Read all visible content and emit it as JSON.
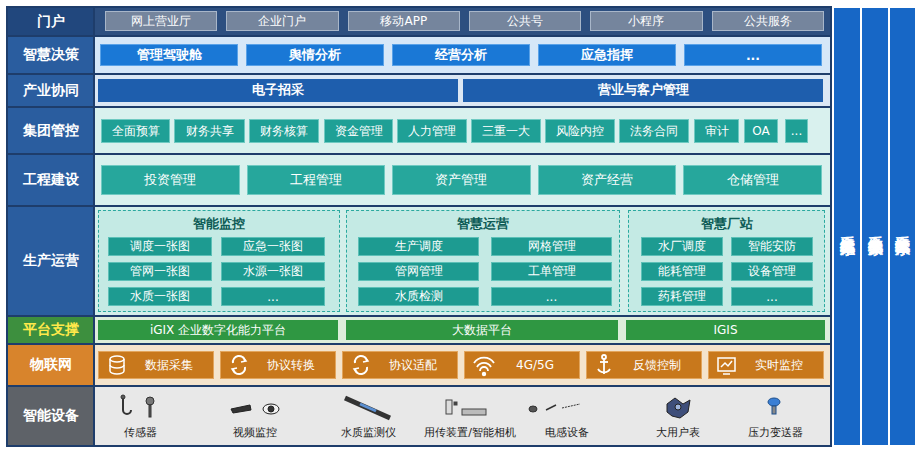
{
  "diagram": {
    "nodes": [
      {
        "text": [
          "门户"
        ]
      },
      {
        "text": [
          "网上营业厅"
        ],
        "in": 0
      },
      {
        "text": [
          "企业门户"
        ],
        "in": 0
      },
      {
        "text": [
          "移动APP"
        ],
        "in": 0
      },
      {
        "text": [
          "公共号"
        ],
        "in": 0
      },
      {
        "text": [
          "小程序"
        ],
        "in": 0
      },
      {
        "text": [
          "公共服务"
        ],
        "in": 0
      },
      {
        "text": [
          "智慧决策"
        ]
      },
      {
        "text": [
          "管理驾驶舱"
        ],
        "in": 7
      },
      {
        "text": [
          "舆情分析"
        ],
        "in": 7
      },
      {
        "text": [
          "经营分析"
        ],
        "in": 7
      },
      {
        "text": [
          "应急指挥"
        ],
        "in": 7
      },
      {
        "text": [
          "..."
        ],
        "in": 7
      },
      {
        "text": [
          "产业协同"
        ]
      },
      {
        "text": [
          "电子招采"
        ],
        "in": 13
      },
      {
        "text": [
          "营业与客户管理"
        ],
        "in": 13
      },
      {
        "text": [
          "集团管控"
        ]
      },
      {
        "text": [
          "全面预算"
        ],
        "in": 16
      },
      {
        "text": [
          "财务共享"
        ],
        "in": 16
      },
      {
        "text": [
          "财务核算"
        ],
        "in": 16
      },
      {
        "text": [
          "资金管理"
        ],
        "in": 16
      },
      {
        "text": [
          "人力管理"
        ],
        "in": 16
      },
      {
        "text": [
          "三重一大"
        ],
        "in": 16
      },
      {
        "text": [
          "风险内控"
        ],
        "in": 16
      },
      {
        "text": [
          "法务合同"
        ],
        "in": 16
      },
      {
        "text": [
          "审计"
        ],
        "in": 16
      },
      {
        "text": [
          "OA"
        ],
        "in": 16
      },
      {
        "text": [
          "..."
        ],
        "in": 16
      },
      {
        "text": [
          "工程建设"
        ]
      },
      {
        "text": [
          "投资管理"
        ],
        "in": 28
      },
      {
        "text": [
          "工程管理"
        ],
        "in": 28
      },
      {
        "text": [
          "资产管理"
        ],
        "in": 28
      },
      {
        "text": [
          "资产经营"
        ],
        "in": 28
      },
      {
        "text": [
          "仓储管理"
        ],
        "in": 28
      },
      {
        "text": [
          "生产运营"
        ]
      },
      {
        "text": [
          "智能监控"
        ],
        "in": 34
      },
      {
        "text": [
          "调度一张图"
        ],
        "in": 35
      },
      {
        "text": [
          "应急一张图"
        ],
        "in": 35
      },
      {
        "text": [
          "管网一张图"
        ],
        "in": 35
      },
      {
        "text": [
          "水源一张图"
        ],
        "in": 35
      },
      {
        "text": [
          "水质一张图"
        ],
        "in": 35
      },
      {
        "text": [
          "..."
        ],
        "in": 35
      },
      {
        "text": [
          "智慧运营"
        ],
        "in": 34
      },
      {
        "text": [
          "生产调度"
        ],
        "in": 42
      },
      {
        "text": [
          "网格管理"
        ],
        "in": 42
      },
      {
        "text": [
          "管网管理"
        ],
        "in": 42
      },
      {
        "text": [
          "工单管理"
        ],
        "in": 42
      },
      {
        "text": [
          "水质检测"
        ],
        "in": 42
      },
      {
        "text": [
          "..."
        ],
        "in": 42
      },
      {
        "text": [
          "智慧厂站"
        ],
        "in": 34
      },
      {
        "text": [
          "水厂调度"
        ],
        "in": 49
      },
      {
        "text": [
          "智能安防"
        ],
        "in": 49
      },
      {
        "text": [
          "能耗管理"
        ],
        "in": 49
      },
      {
        "text": [
          "设备管理"
        ],
        "in": 49
      },
      {
        "text": [
          "药耗管理"
        ],
        "in": 49
      },
      {
        "text": [
          "..."
        ],
        "in": 49
      },
      {
        "text": [
          "平台支撑"
        ]
      },
      {
        "text": [
          "iGIX 企业数字化能力平台"
        ],
        "in": 56
      },
      {
        "text": [
          "大数据平台"
        ],
        "in": 56
      },
      {
        "text": [
          "IGIS"
        ],
        "in": 56
      },
      {
        "text": [
          "物联网"
        ]
      },
      {
        "text": [
          "数据采集"
        ],
        "in": 60
      },
      {
        "text": [
          "协议转换"
        ],
        "in": 60
      },
      {
        "text": [
          "协议适配"
        ],
        "in": 60
      },
      {
        "text": [
          "4G/5G"
        ],
        "in": 60
      },
      {
        "text": [
          "反馈控制"
        ],
        "in": 60
      },
      {
        "text": [
          "实时监控"
        ],
        "in": 60
      },
      {
        "text": [
          "智能设备"
        ]
      },
      {
        "text": [
          "系统运维体系"
        ]
      },
      {
        "text": [
          "系统安全体系"
        ]
      },
      {
        "text": [
          "系统运营体系"
        ]
      }
    ],
    "labels": [
      "传感器",
      "视频监控",
      "水质监测仪",
      "用传装置/智能相机",
      "电感设备",
      "大用户表",
      "压力变送器"
    ]
  }
}
